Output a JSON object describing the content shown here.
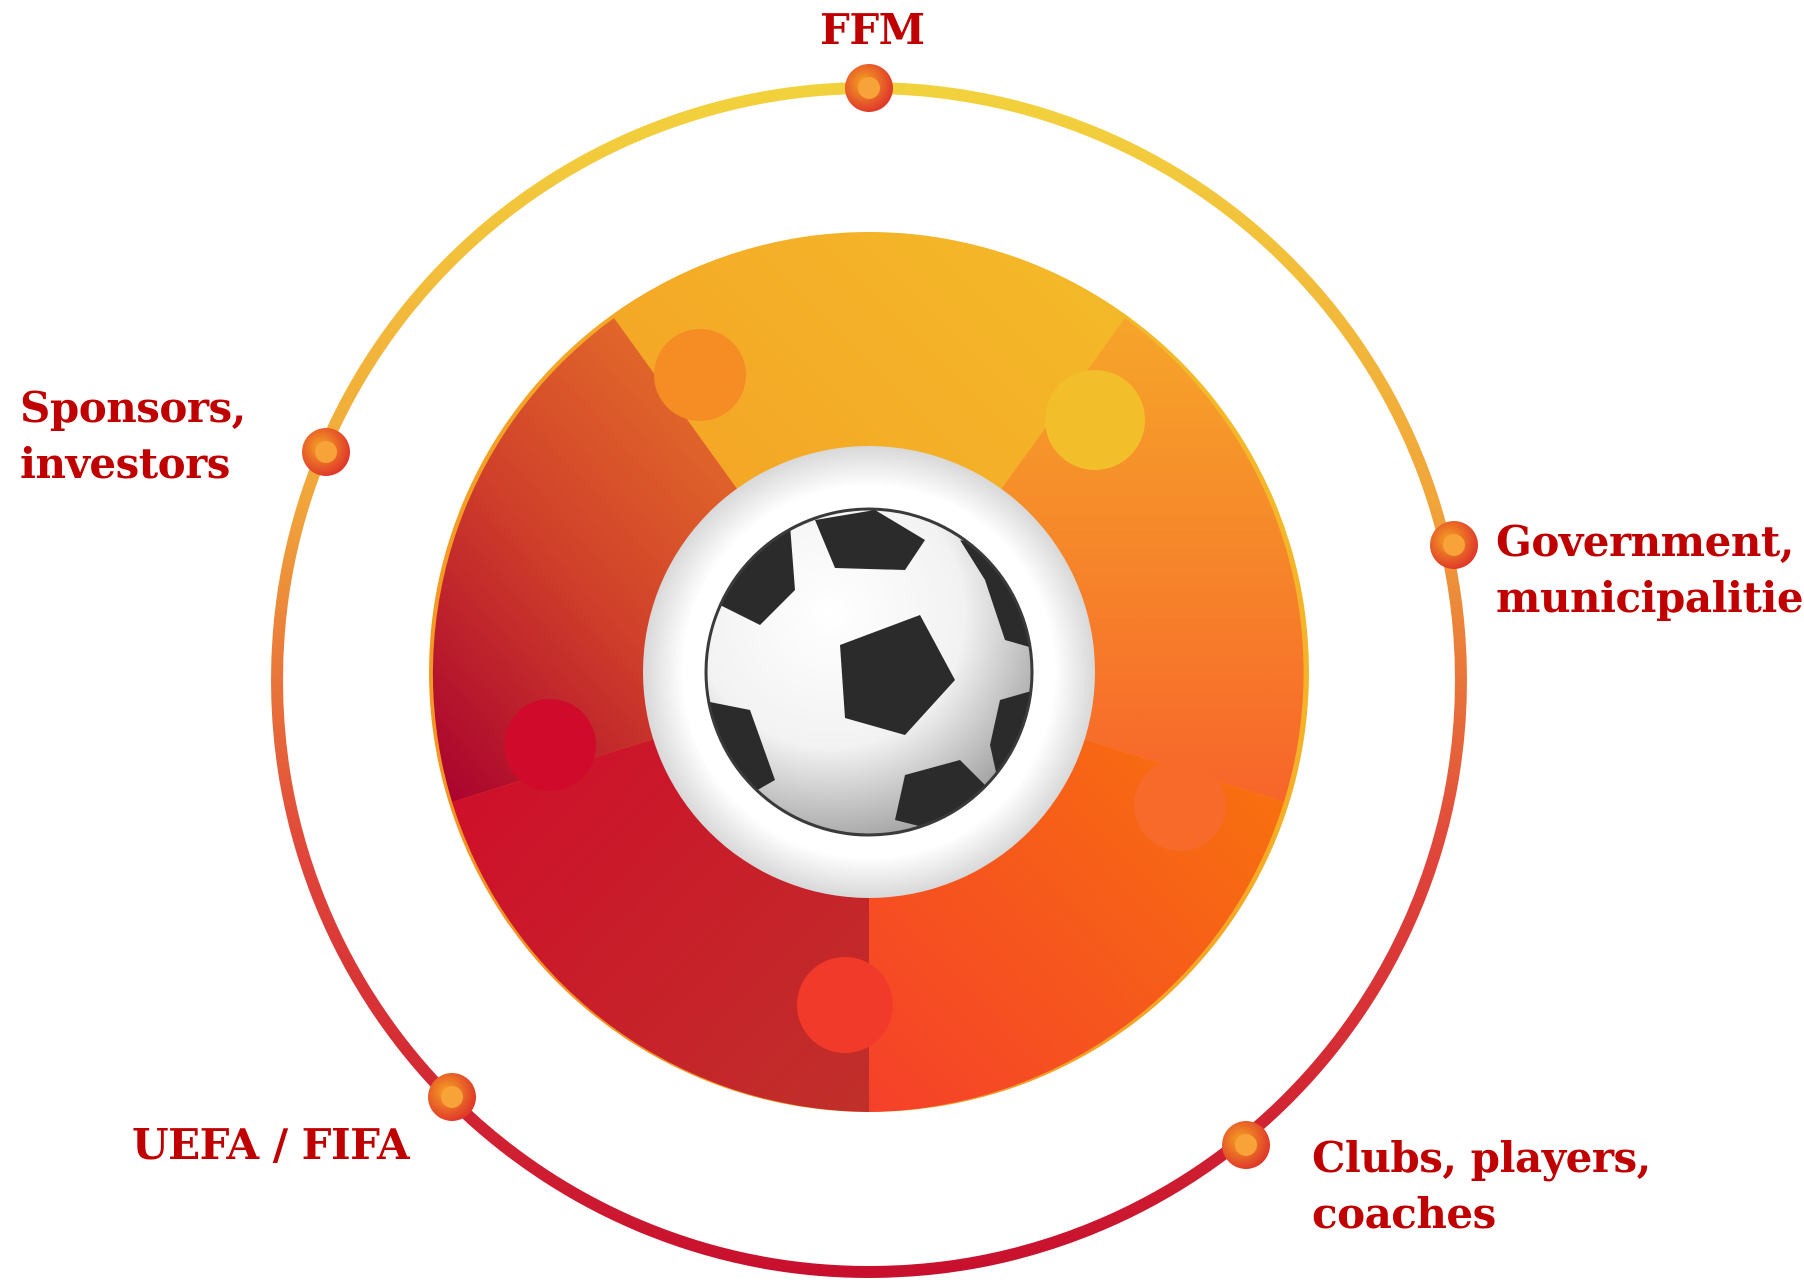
{
  "diagram": {
    "stakeholders": [
      {
        "id": "ffm",
        "lines": [
          "FFM"
        ]
      },
      {
        "id": "sponsors",
        "lines": [
          "Sponsors,",
          "investors"
        ]
      },
      {
        "id": "government",
        "lines": [
          "Government,",
          "municipalities"
        ]
      },
      {
        "id": "uefa",
        "lines": [
          "UEFA / FIFA"
        ]
      },
      {
        "id": "clubs",
        "lines": [
          "Clubs, players,",
          "coaches"
        ]
      }
    ],
    "center": "soccer-ball-icon",
    "colors": {
      "label": "#c00000",
      "ring_top": "#f0c83a",
      "ring_bottom": "#c8102e",
      "puzzle_orange": "#f7931e",
      "puzzle_yellow": "#f2c12e",
      "puzzle_red": "#d0112b",
      "puzzle_orange_red": "#f5501e"
    }
  }
}
